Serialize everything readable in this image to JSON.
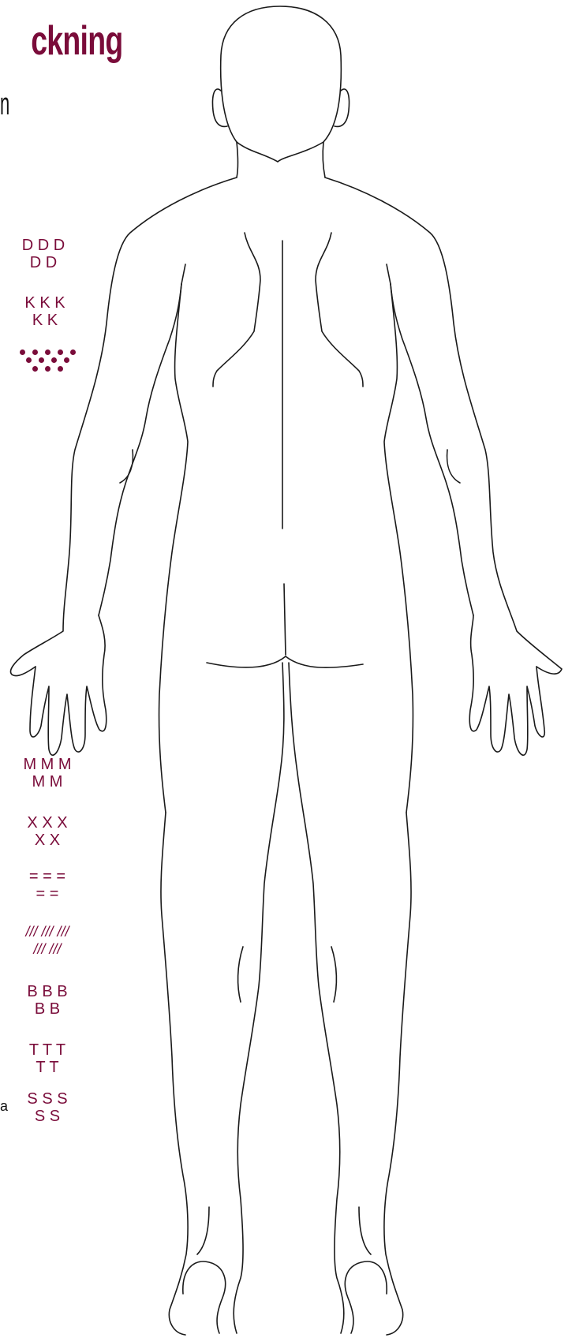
{
  "header": {
    "title": "ckning",
    "subtitle": "n"
  },
  "legend_upper": [
    {
      "line1": "D D D",
      "line2": "D D"
    },
    {
      "line1": "K K K",
      "line2": "K K"
    }
  ],
  "legend_lower": [
    {
      "line1": "M M M",
      "line2": "M M"
    },
    {
      "line1": "X X X",
      "line2": "X X"
    },
    {
      "line1": "= = =",
      "line2": "= ="
    },
    {
      "line1": "/// /// ///",
      "line2": "/// ///"
    },
    {
      "line1": "B B B",
      "line2": "B B"
    },
    {
      "line1": "T T T",
      "line2": "T T"
    },
    {
      "line1": "S S S",
      "line2": "S S"
    }
  ],
  "stray_text": "a",
  "colors": {
    "accent": "#7a0c3a",
    "line": "#1a1a1a"
  }
}
